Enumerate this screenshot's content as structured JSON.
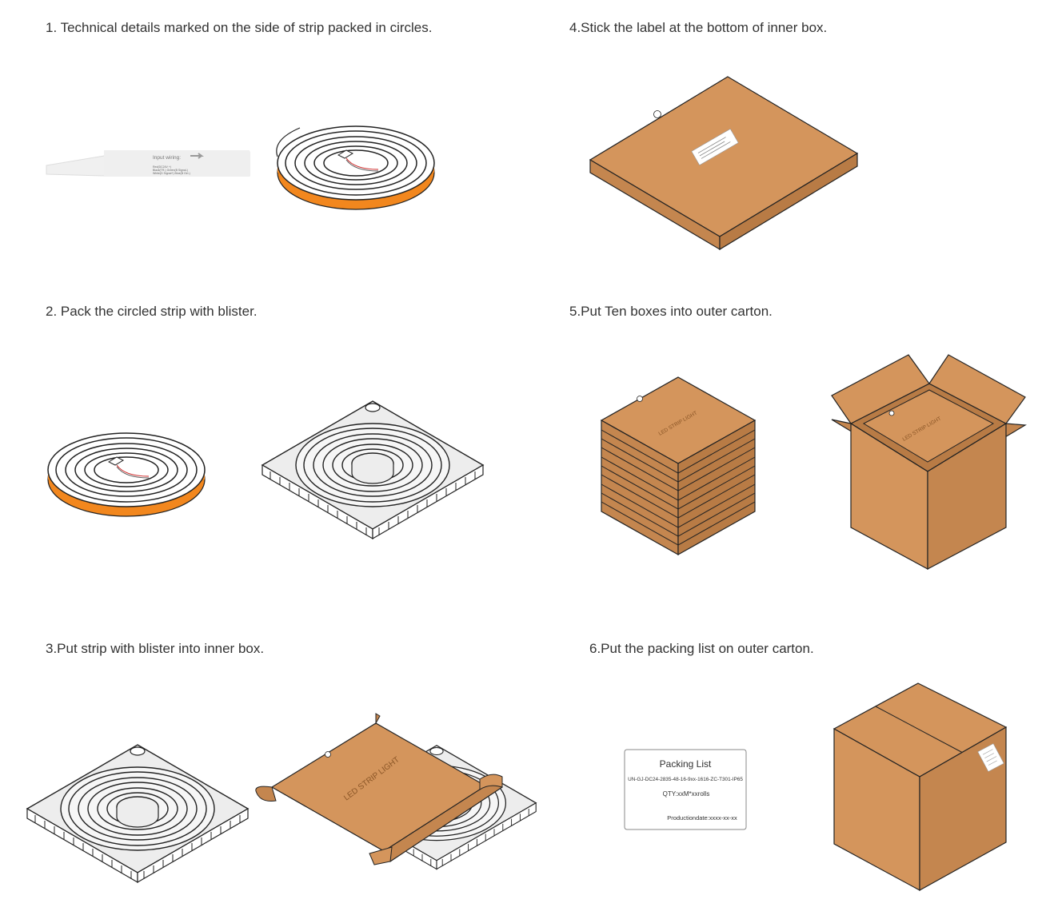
{
  "colors": {
    "cardboard": "#D4955C",
    "cardboard_dark": "#B87B45",
    "cardboard_side": "#C4864F",
    "strip_orange": "#F2871E",
    "outline": "#222222",
    "tray": "#EDEDED"
  },
  "steps": [
    {
      "title": "1. Technical details marked on the side of strip packed in circles."
    },
    {
      "title": "2. Pack the circled strip with blister."
    },
    {
      "title": "3.Put strip with blister into inner box."
    },
    {
      "title": "4.Stick the label at the bottom of inner box."
    },
    {
      "title": "5.Put Ten boxes into outer carton."
    },
    {
      "title": "6.Put the packing list on outer carton."
    }
  ],
  "strip_label": {
    "heading": "Input wiring:",
    "line1": "Red(DC24V +)",
    "line2": "Black(TR-) Green(B Signal-)",
    "line3": "White(D Signal+) Blue(B Ctrl-)"
  },
  "box_print": "LED STRIP LIGHT",
  "packing_list": {
    "title": "Packing List",
    "model": "UN-GJ-DC24-2835-48-16-9xx-1616-ZC-T301-IP65",
    "qty": "QTY:xxM*xxrolls",
    "date": "Productiondate:xxxx-xx-xx"
  }
}
